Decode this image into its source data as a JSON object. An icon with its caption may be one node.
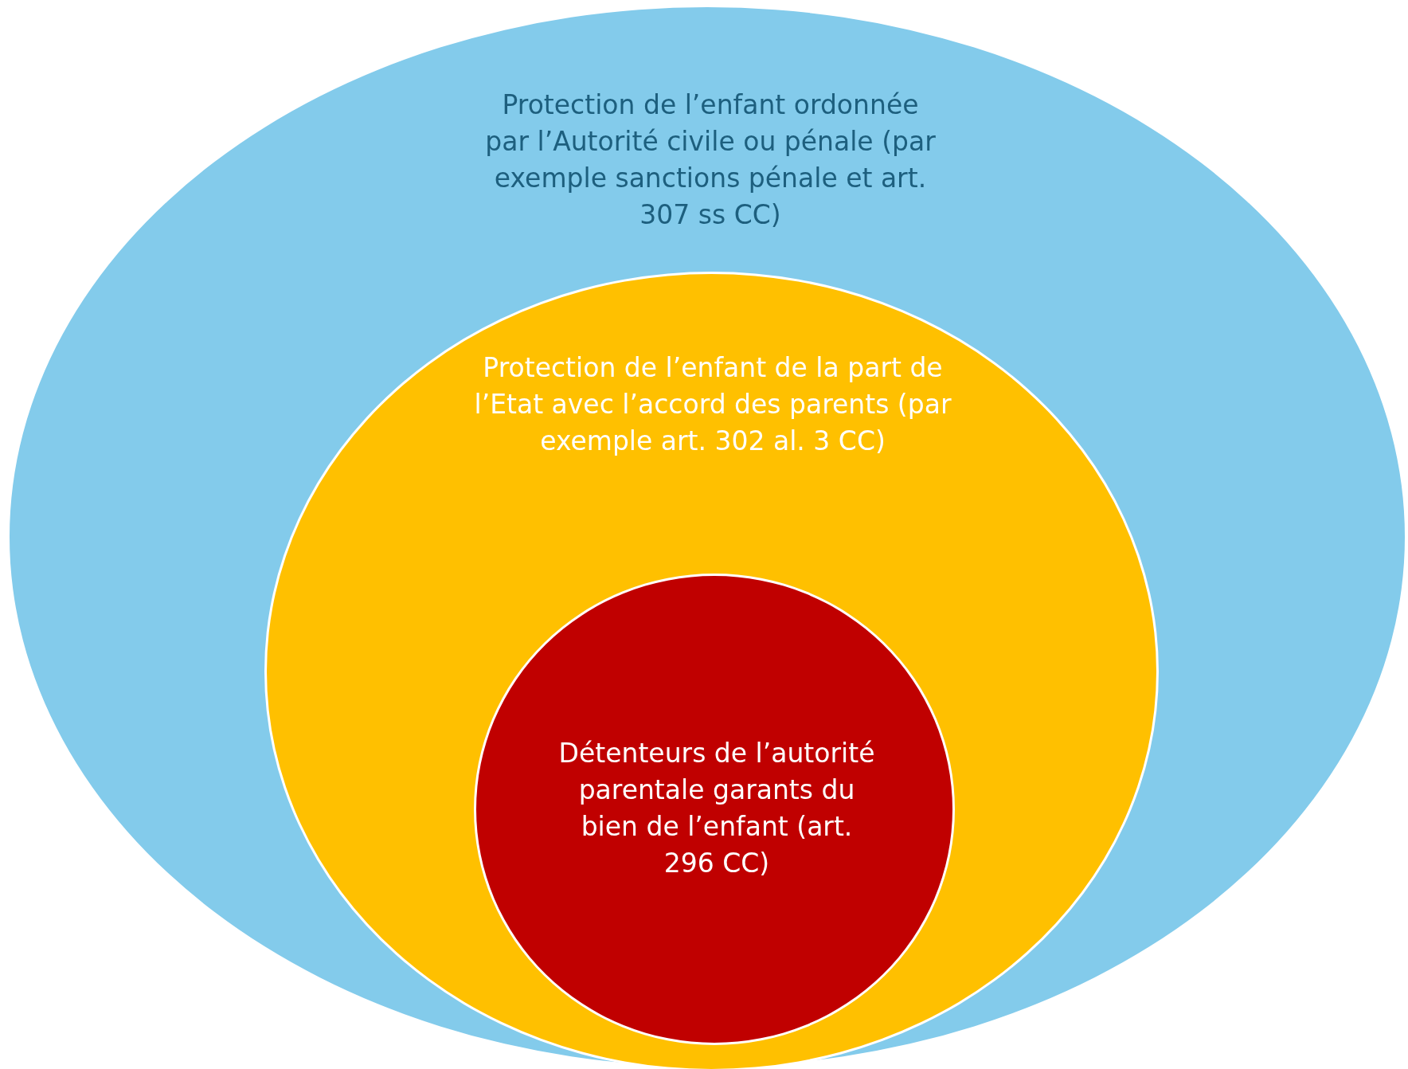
{
  "diagram": {
    "nodes": [
      {
        "text": [
          "Protection de l’enfant ordonnée par l’Autorité civile ou pénale (par exemple sanctions pénale et art. 307 ss CC)"
        ]
      },
      {
        "text": [
          "Protection de l’enfant de la part de l’Etat avec l’accord des parents (par exemple art. 302 al. 3 CC)"
        ],
        "in": 0
      },
      {
        "text": [
          "Détenteurs de l’autorité parentale garants du bien de l’enfant (art. 296 CC)"
        ],
        "in": 1
      }
    ]
  }
}
